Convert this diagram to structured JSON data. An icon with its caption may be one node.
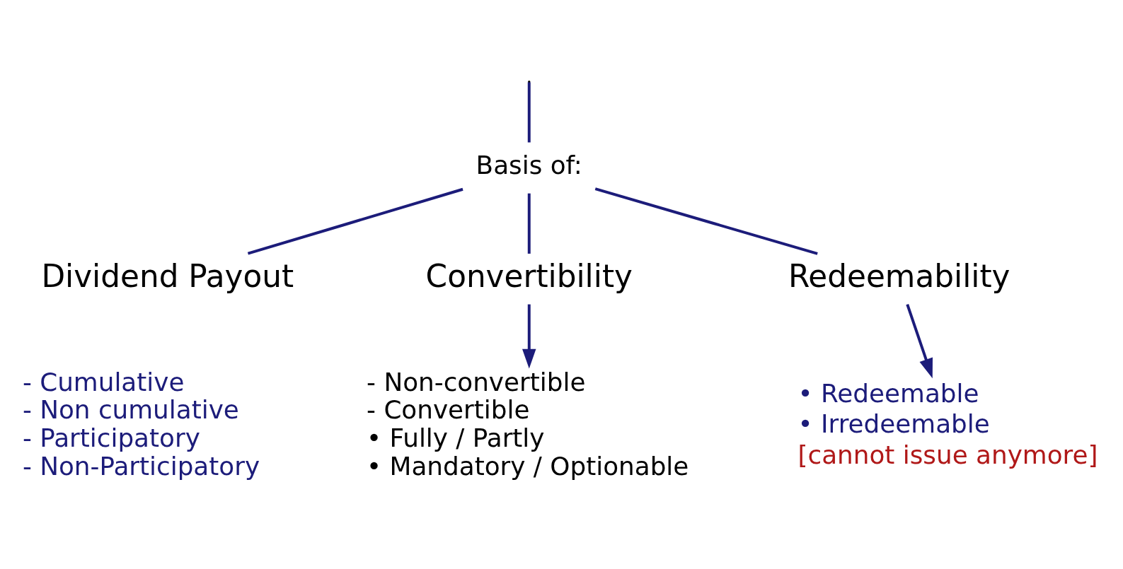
{
  "diagram": {
    "nodes": [
      {
        "text": [
          "Basis of:"
        ]
      },
      {
        "text": [
          "Dividend Payout"
        ]
      },
      {
        "text": [
          "Convertibility"
        ]
      },
      {
        "text": [
          "Redeemability"
        ]
      },
      {
        "text": [
          "- Non-convertible",
          "- Convertible",
          "• Fully / Partly",
          "• Mandatory / Optionable"
        ]
      },
      {
        "text": [
          "• Redeemable",
          "• Irredeemable"
        ],
        "beside": [
          "[cannot issue anymore]"
        ]
      }
    ],
    "edges": [
      {
        "from": null,
        "to": 0,
        "arrow": "none"
      },
      {
        "from": 0,
        "to": 1,
        "arrow": "none"
      },
      {
        "from": 0,
        "to": 2,
        "arrow": "none"
      },
      {
        "from": 0,
        "to": 3,
        "arrow": "none"
      },
      {
        "from": 2,
        "to": 4,
        "arrow": "to"
      },
      {
        "from": 3,
        "to": 5,
        "arrow": "to"
      }
    ],
    "labels": [
      "- Cumulative",
      "- Non cumulative",
      "- Participatory",
      "- Non-Participatory"
    ]
  }
}
